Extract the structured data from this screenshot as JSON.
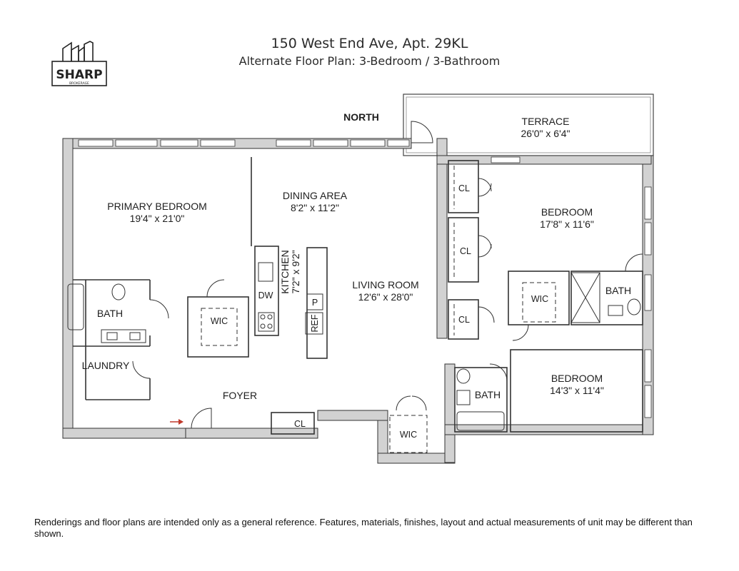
{
  "header": {
    "title": "150 West End Ave, Apt. 29KL",
    "subtitle": "Alternate Floor Plan:  3-Bedroom / 3-Bathroom"
  },
  "logo": {
    "brand": "SHARP",
    "tagline": "BROKERAGE",
    "icon": "city-skyline-icon"
  },
  "compass": "NORTH",
  "rooms": {
    "terrace": {
      "name": "TERRACE",
      "size": "26'0\" x 6'4\""
    },
    "primary_bedroom": {
      "name": "PRIMARY BEDROOM",
      "size": "19'4\" x 21'0\""
    },
    "dining_area": {
      "name": "DINING AREA",
      "size": "8'2\" x 11'2\""
    },
    "kitchen": {
      "name": "KITCHEN",
      "size": "7'2\" x 9'2\""
    },
    "living_room": {
      "name": "LIVING ROOM",
      "size": "12'6\" x 28'0\""
    },
    "bedroom_ne": {
      "name": "BEDROOM",
      "size": "17'8\" x 11'6\""
    },
    "bedroom_se": {
      "name": "BEDROOM",
      "size": "14'3\" x 11'4\""
    },
    "foyer": {
      "name": "FOYER"
    },
    "laundry": {
      "name": "LAUNDRY"
    },
    "bath_primary": {
      "name": "BATH"
    },
    "bath_ne": {
      "name": "BATH"
    },
    "bath_s": {
      "name": "BATH"
    },
    "wic_primary": {
      "name": "WIC"
    },
    "wic_ne": {
      "name": "WIC"
    },
    "wic_s": {
      "name": "WIC"
    },
    "cl_1": {
      "name": "CL"
    },
    "cl_2": {
      "name": "CL"
    },
    "cl_3": {
      "name": "CL"
    },
    "cl_foyer": {
      "name": "CL"
    }
  },
  "fixtures": {
    "dishwasher": "DW",
    "pantry": "P",
    "refrigerator": "REF"
  },
  "footer": "Renderings and floor plans are intended only as a general reference. Features, materials, finishes, layout and actual measurements of unit may be different than shown.",
  "colors": {
    "wall": "#cfcfcf",
    "outline": "#333333",
    "entry_arrow": "#c0392b"
  }
}
